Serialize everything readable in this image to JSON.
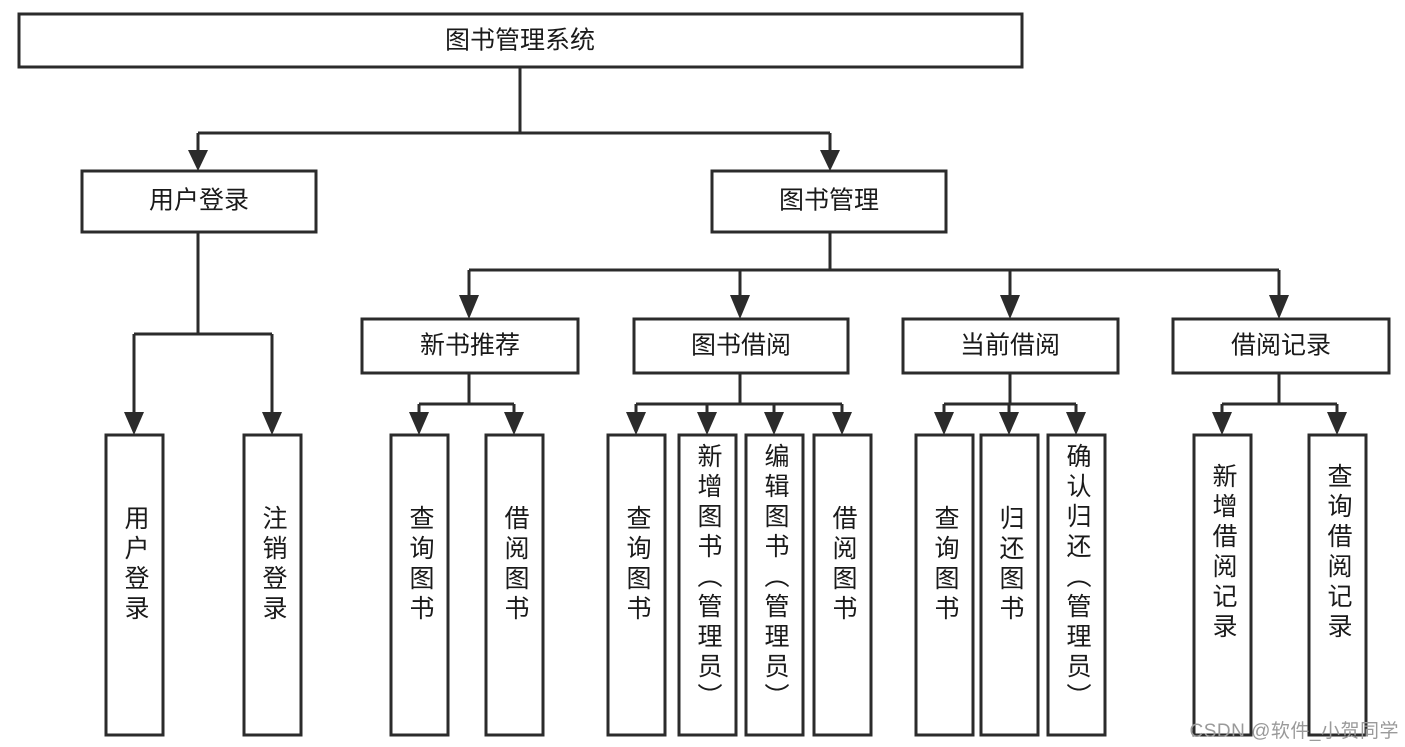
{
  "diagram": {
    "title": "图书管理系统",
    "type": "hierarchy-tree",
    "watermark": "CSDN @软件_小贺同学",
    "colors": {
      "stroke": "#2b2b2b",
      "fill": "#ffffff",
      "text": "#1a1a1a",
      "watermark": "#9a9a9a"
    },
    "root": {
      "label": "图书管理系统"
    },
    "level1": [
      {
        "label": "用户登录"
      },
      {
        "label": "图书管理"
      }
    ],
    "level2": [
      {
        "label": "新书推荐"
      },
      {
        "label": "图书借阅"
      },
      {
        "label": "当前借阅"
      },
      {
        "label": "借阅记录"
      }
    ],
    "leaves": [
      {
        "label": "用户登录"
      },
      {
        "label": "注销登录"
      },
      {
        "label": "查询图书"
      },
      {
        "label": "借阅图书"
      },
      {
        "label": "查询图书"
      },
      {
        "label": "新增图书（管理员）"
      },
      {
        "label": "编辑图书（管理员）"
      },
      {
        "label": "借阅图书"
      },
      {
        "label": "查询图书"
      },
      {
        "label": "归还图书"
      },
      {
        "label": "确认归还（管理员）"
      },
      {
        "label": "新增借阅记录"
      },
      {
        "label": "查询借阅记录"
      }
    ]
  }
}
